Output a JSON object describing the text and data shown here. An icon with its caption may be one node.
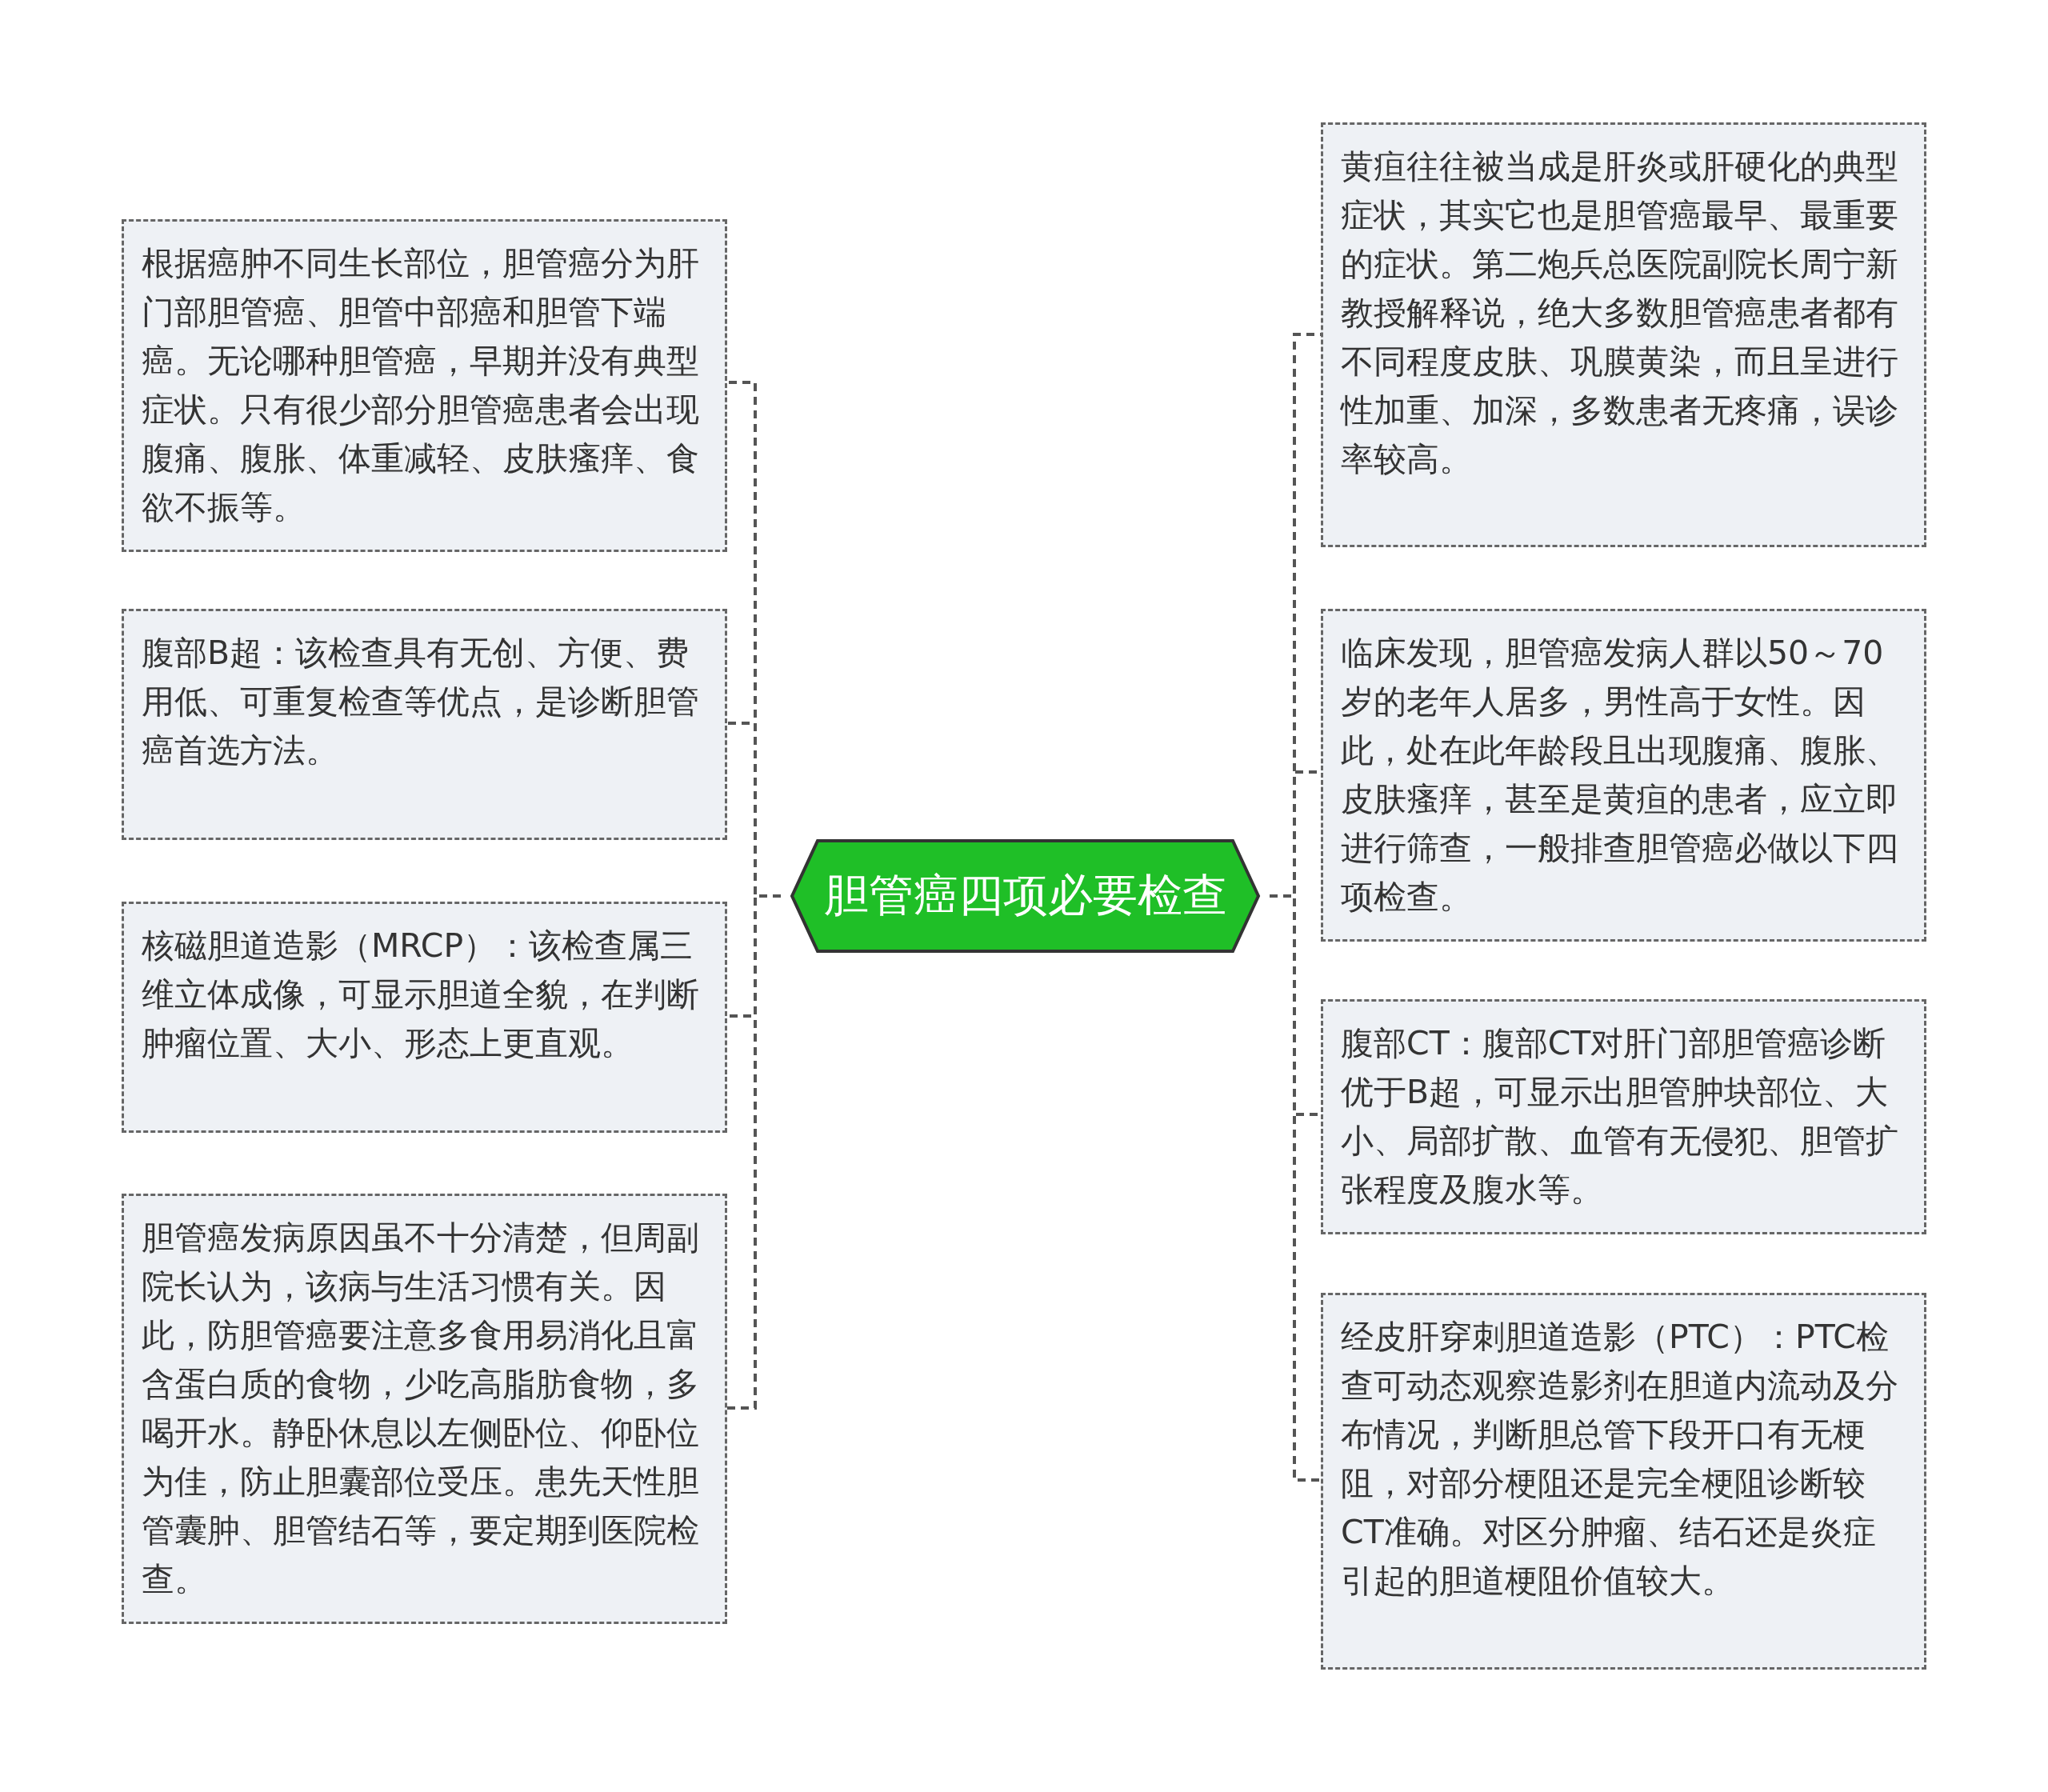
{
  "diagram": {
    "nodes": [
      {
        "text": [
          "胆管癌四项必要检查"
        ]
      },
      {
        "text": [
          "根据癌肿不同生长部位，胆管癌分为肝门部胆管癌、胆管中部癌和胆管下端癌。无论哪种胆管癌，早期并没有典型症状。只有很少部分胆管癌患者会出现腹痛、腹胀、体重减轻、皮肤瘙痒、食欲不振等。"
        ]
      },
      {
        "text": [
          "腹部B超：该检查具有无创、方便、费用低、可重复检查等优点，是诊断胆管癌首选方法。"
        ]
      },
      {
        "text": [
          "核磁胆道造影（MRCP）：该检查属三维立体成像，可显示胆道全貌，在判断肿瘤位置、大小、形态上更直观。"
        ]
      },
      {
        "text": [
          "胆管癌发病原因虽不十分清楚，但周副院长认为，该病与生活习惯有关。因此，防胆管癌要注意多食用易消化且富含蛋白质的食物，少吃高脂肪食物，多喝开水。静卧休息以左侧卧位、仰卧位为佳，防止胆囊部位受压。患先天性胆管囊肿、胆管结石等，要定期到医院检查。"
        ]
      },
      {
        "text": [
          "黄疸往往被当成是肝炎或肝硬化的典型症状，其实它也是胆管癌最早、最重要的症状。第二炮兵总医院副院长周宁新教授解释说，绝大多数胆管癌患者都有不同程度皮肤、巩膜黄染，而且呈进行性加重、加深，多数患者无疼痛，误诊率较高。"
        ]
      },
      {
        "text": [
          "临床发现，胆管癌发病人群以50～70岁的老年人居多，男性高于女性。因此，处在此年龄段且出现腹痛、腹胀、皮肤瘙痒，甚至是黄疸的患者，应立即进行筛查，一般排查胆管癌必做以下四项检查。"
        ]
      },
      {
        "text": [
          "腹部CT：腹部CT对肝门部胆管癌诊断优于B超，可显示出胆管肿块部位、大小、局部扩散、血管有无侵犯、胆管扩张程度及腹水等。"
        ]
      },
      {
        "text": [
          "经皮肝穿刺胆道造影（PTC）：PTC检查可动态观察造影剂在胆道内流动及分布情况，判断胆总管下段开口有无梗阻，对部分梗阻还是完全梗阻诊断较CT准确。对区分肿瘤、结石还是炎症引起的胆道梗阻价值较大。"
        ]
      }
    ],
    "edges": [
      {
        "from": 0,
        "to": 1,
        "arrow": "none",
        "style": "dashed"
      },
      {
        "from": 0,
        "to": 2,
        "arrow": "none",
        "style": "dashed"
      },
      {
        "from": 0,
        "to": 3,
        "arrow": "none",
        "style": "dashed"
      },
      {
        "from": 0,
        "to": 4,
        "arrow": "none",
        "style": "dashed"
      },
      {
        "from": 0,
        "to": 5,
        "arrow": "none",
        "style": "dashed"
      },
      {
        "from": 0,
        "to": 6,
        "arrow": "none",
        "style": "dashed"
      },
      {
        "from": 0,
        "to": 7,
        "arrow": "none",
        "style": "dashed"
      },
      {
        "from": 0,
        "to": 8,
        "arrow": "none",
        "style": "dashed"
      }
    ]
  }
}
